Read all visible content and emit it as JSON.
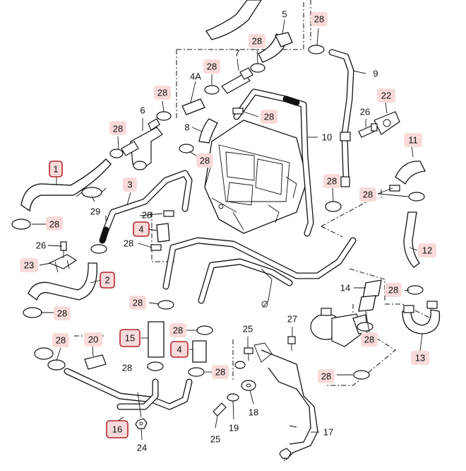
{
  "parts": {
    "p1": "1",
    "p2": "2",
    "p3": "3",
    "p4a": "4",
    "p4b": "4",
    "p4A": "4A",
    "p5": "5",
    "p6": "6",
    "p7": "7",
    "p8": "8",
    "p9": "9",
    "p10": "10",
    "p11": "11",
    "p12": "12",
    "p13": "13",
    "p14": "14",
    "p15": "15",
    "p16": "16",
    "p17": "17",
    "p18": "18",
    "p19": "19",
    "p20": "20",
    "p22": "22",
    "p23": "23",
    "p24": "24",
    "p25a": "25",
    "p25b": "25",
    "p26a": "26",
    "p26b": "26",
    "p27": "27",
    "p29": "29",
    "clamp": "28"
  },
  "highlight_color": "#f9dada",
  "box_color": "#b3262e"
}
